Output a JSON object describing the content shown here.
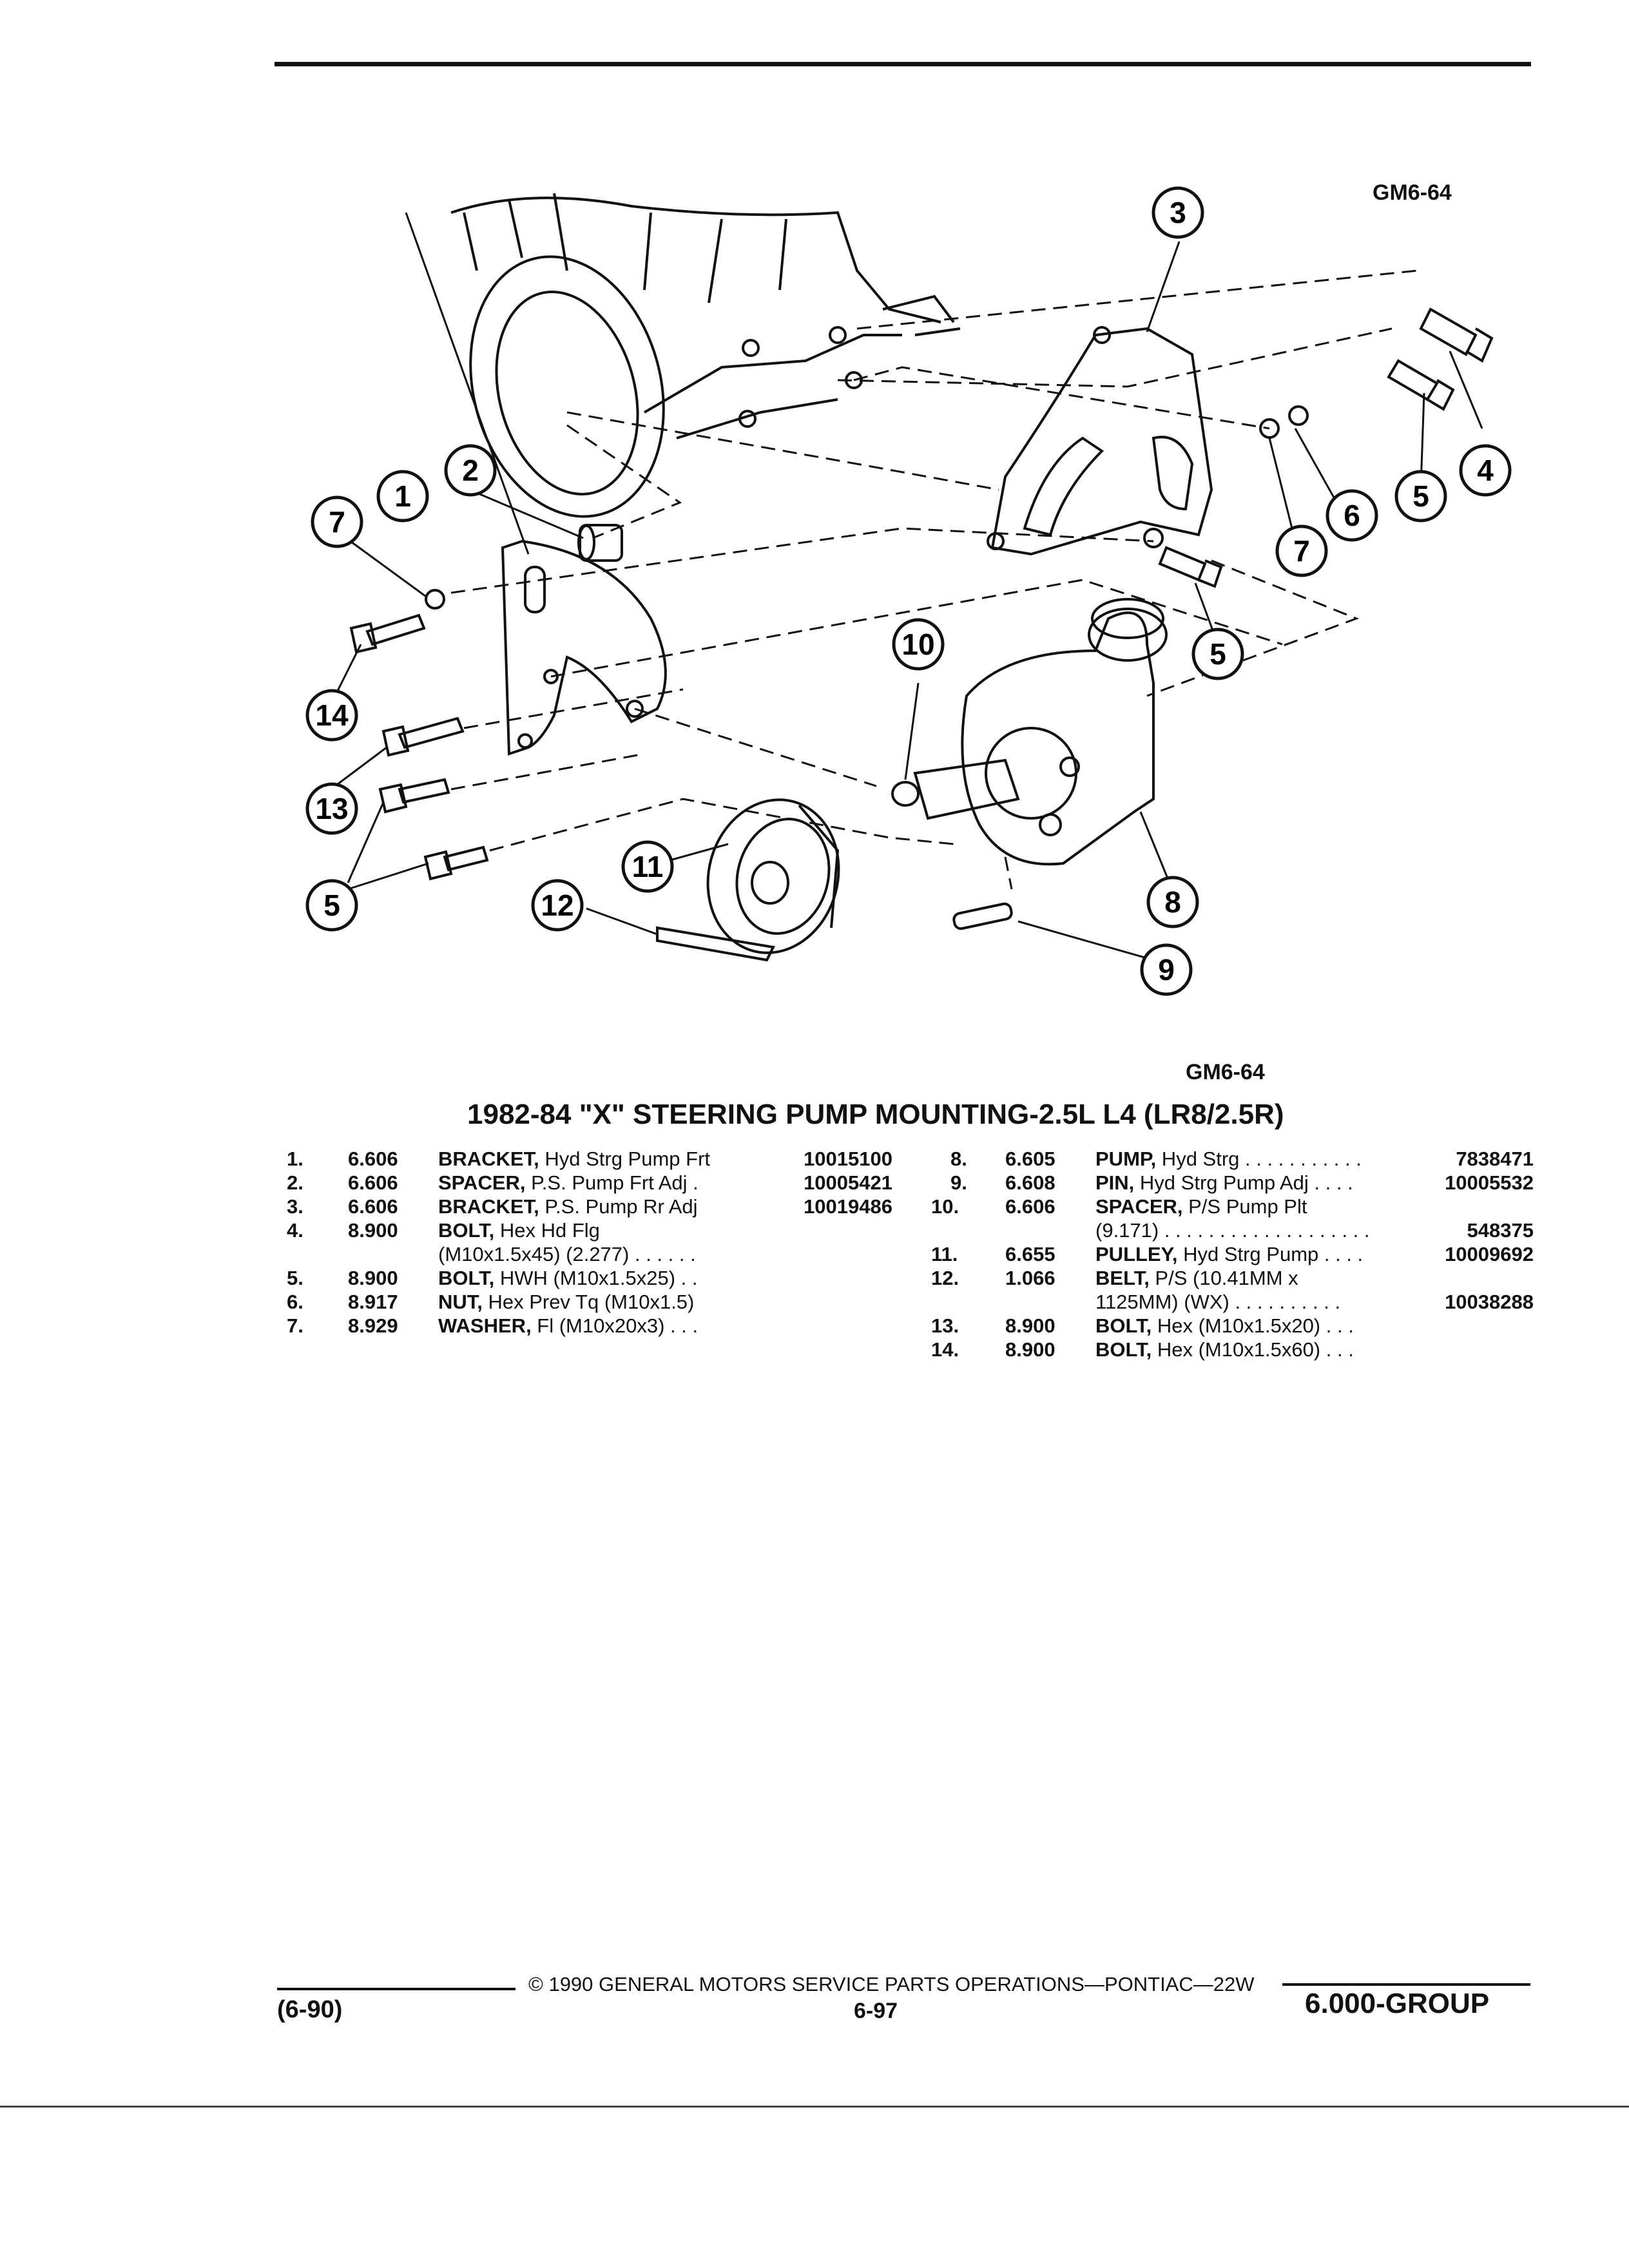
{
  "figure": {
    "id_top": "GM6-64",
    "id_bottom": "GM6-64",
    "callouts": [
      "1",
      "2",
      "3",
      "4",
      "5",
      "5",
      "5",
      "6",
      "7",
      "7",
      "8",
      "9",
      "10",
      "11",
      "12",
      "13",
      "14",
      "5"
    ]
  },
  "title": "1982-84 \"X\" STEERING PUMP MOUNTING-2.5L L4 (LR8/2.5R)",
  "parts_left": [
    {
      "num": "1.",
      "code": "6.606",
      "name": "BRACKET,",
      "desc": " Hyd Strg Pump Frt",
      "part": "10015100"
    },
    {
      "num": "2.",
      "code": "6.606",
      "name": "SPACER,",
      "desc": " P.S. Pump Frt Adj  .",
      "part": "10005421"
    },
    {
      "num": "3.",
      "code": "6.606",
      "name": "BRACKET,",
      "desc": " P.S. Pump Rr Adj",
      "part": "10019486"
    },
    {
      "num": "4.",
      "code": "8.900",
      "name": "BOLT,",
      "desc": " Hex Hd Flg",
      "part": ""
    },
    {
      "num": "",
      "code": "",
      "name": "",
      "desc": "(M10x1.5x45) (2.277)  . . . . . .",
      "part": ""
    },
    {
      "num": "5.",
      "code": "8.900",
      "name": "BOLT,",
      "desc": " HWH (M10x1.5x25)  . .",
      "part": ""
    },
    {
      "num": "6.",
      "code": "8.917",
      "name": "NUT,",
      "desc": " Hex Prev Tq (M10x1.5)",
      "part": ""
    },
    {
      "num": "7.",
      "code": "8.929",
      "name": "WASHER,",
      "desc": " Fl (M10x20x3)  . . .",
      "part": ""
    }
  ],
  "parts_right": [
    {
      "num": "8.",
      "code": "6.605",
      "name": "PUMP,",
      "desc": " Hyd Strg  . . . . . . . . . . .",
      "part": "7838471"
    },
    {
      "num": "9.",
      "code": "6.608",
      "name": "PIN,",
      "desc": " Hyd Strg Pump Adj  . . . .",
      "part": "10005532"
    },
    {
      "num": "10.",
      "code": "6.606",
      "name": "SPACER,",
      "desc": " P/S Pump Plt",
      "part": ""
    },
    {
      "num": "",
      "code": "",
      "name": "",
      "desc": "(9.171)  . . . . . . . . . . . . . . . . . . .",
      "part": "548375"
    },
    {
      "num": "11.",
      "code": "6.655",
      "name": "PULLEY,",
      "desc": " Hyd Strg Pump  . . . .",
      "part": "10009692"
    },
    {
      "num": "12.",
      "code": "1.066",
      "name": "BELT,",
      "desc": " P/S (10.41MM x",
      "part": ""
    },
    {
      "num": "",
      "code": "",
      "name": "",
      "desc": "1125MM) (WX)  . . . . . . . . . .",
      "part": "10038288"
    },
    {
      "num": "13.",
      "code": "8.900",
      "name": "BOLT,",
      "desc": " Hex (M10x1.5x20)  . . .",
      "part": ""
    },
    {
      "num": "14.",
      "code": "8.900",
      "name": "BOLT,",
      "desc": " Hex (M10x1.5x60)  . . .",
      "part": ""
    }
  ],
  "footer": {
    "date": "(6-90)",
    "copyright": "© 1990 GENERAL MOTORS SERVICE PARTS OPERATIONS—PONTIAC—22W",
    "page": "6-97",
    "group": "6.000-GROUP"
  }
}
